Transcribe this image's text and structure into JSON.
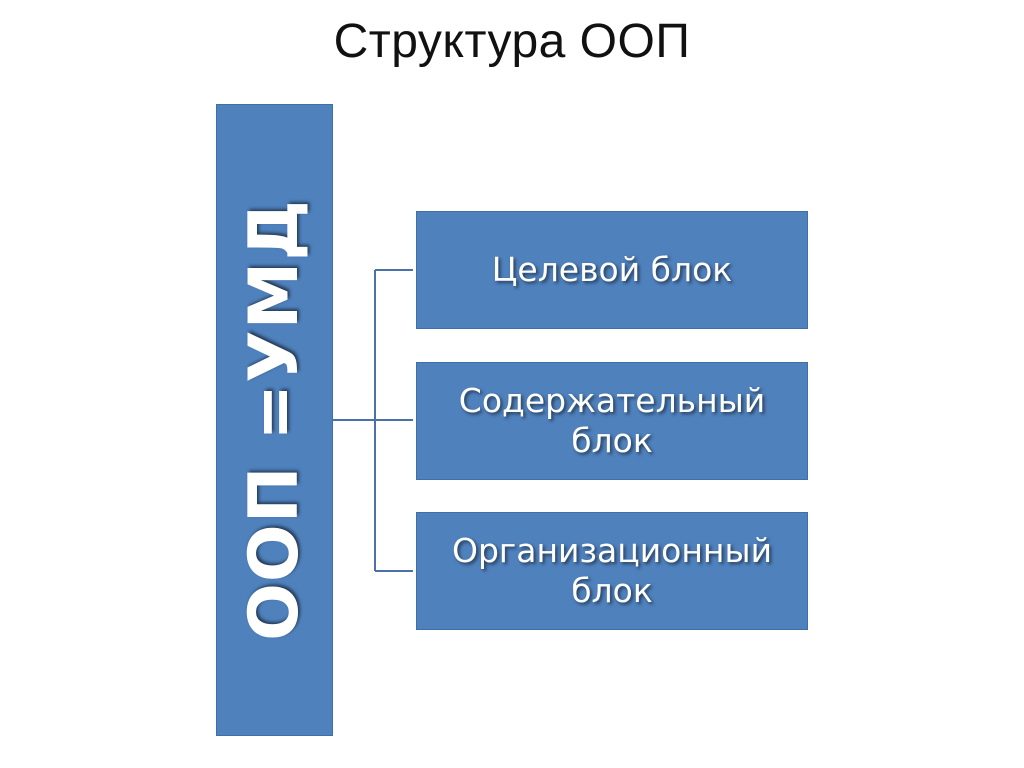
{
  "title": "Структура ООП",
  "root": {
    "label": "ООП =УМД"
  },
  "children": [
    {
      "label_line1": "Целевой блок",
      "label_line2": ""
    },
    {
      "label_line1": "Содержательный",
      "label_line2": "блок"
    },
    {
      "label_line1": "Организационный",
      "label_line2": "блок"
    }
  ],
  "colors": {
    "box_fill": "#4f81bd",
    "box_border": "#3f6fa8",
    "connector": "#4a72a8",
    "text": "#ffffff",
    "title_text": "#111111"
  }
}
